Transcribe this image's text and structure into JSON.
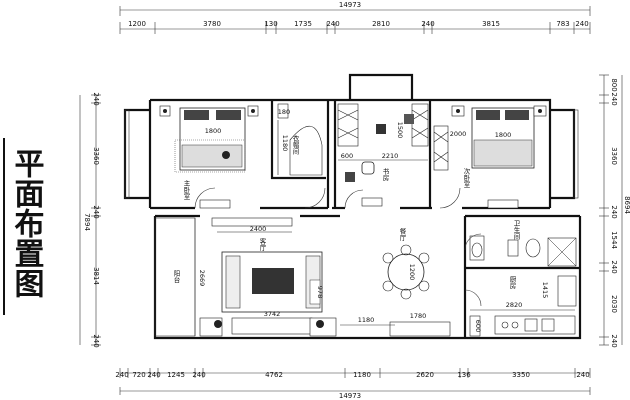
{
  "title": "平面布置图",
  "total_width": "14973",
  "total_height": "8694",
  "top_dims": [
    "1200",
    "3780",
    "130",
    "1735",
    "240",
    "2810",
    "240",
    "3815",
    "783",
    "240"
  ],
  "bottom_dims": [
    "240",
    "720",
    "240",
    "1245",
    "240",
    "4762",
    "1180",
    "2620",
    "136",
    "3350",
    "240"
  ],
  "left_dims": [
    "240",
    "3360",
    "240",
    "7894",
    "3814",
    "240"
  ],
  "right_dims": [
    "800",
    "240",
    "3360",
    "240",
    "1544",
    "240",
    "2030",
    "240",
    "8694"
  ],
  "rooms": {
    "master_bedroom": "主卧室",
    "walk_in_closet": "衣帽间",
    "study": "书房",
    "second_bedroom": "次卧室",
    "living_room": "客厅",
    "dining_room": "餐厅",
    "bathroom": "卫生间",
    "kitchen": "厨房",
    "balcony": "阳台"
  },
  "inner_dims": {
    "master_bed": "1800",
    "closet_a": "180",
    "closet_b": "1180",
    "study_a": "1500",
    "study_b": "600",
    "study_c": "2210",
    "second_bed": "1800",
    "second_a": "2000",
    "tv_wall": "2400",
    "balcony_h": "2669",
    "sofa": "3742",
    "table": "978",
    "dining": "1200",
    "corridor": "1180",
    "cabinet": "1780",
    "kitchen_w": "2820",
    "kitchen_h": "1415",
    "kitchen_s": "600"
  }
}
